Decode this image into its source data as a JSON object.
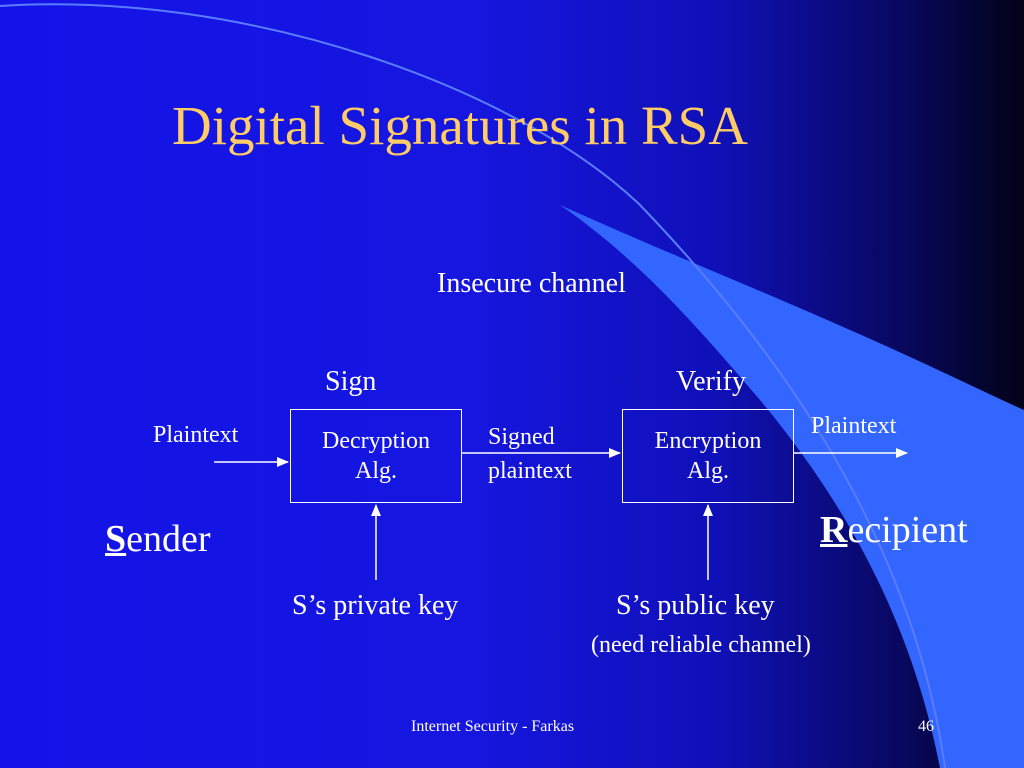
{
  "slide": {
    "title": "Digital Signatures in RSA",
    "channel_label": "Insecure channel",
    "sign_label": "Sign",
    "verify_label": "Verify",
    "plaintext_in": "Plaintext",
    "plaintext_out": "Plaintext",
    "signed_line1": "Signed",
    "signed_line2": "plaintext",
    "decryption_box": {
      "line1": "Decryption",
      "line2": "Alg."
    },
    "encryption_box": {
      "line1": "Encryption",
      "line2": "Alg."
    },
    "sender": {
      "initial": "S",
      "rest": "ender"
    },
    "recipient": {
      "initial": "R",
      "rest": "ecipient"
    },
    "private_key": "S’s private key",
    "public_key": "S’s public key",
    "public_key_note": "(need reliable channel)",
    "footer": "Internet Security - Farkas",
    "page_number": "46"
  },
  "colors": {
    "background": "#1515e6",
    "title": "#ffcc66",
    "accent_panel": "#3366ff",
    "text": "#ffffff"
  }
}
